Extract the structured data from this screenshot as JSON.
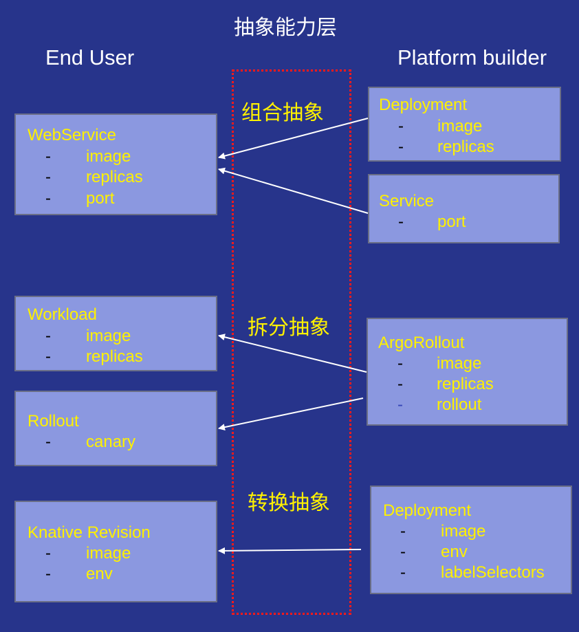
{
  "title": "抽象能力层",
  "left_heading": "End User",
  "right_heading": "Platform builder",
  "middle_labels": {
    "composition": "组合抽象",
    "split": "拆分抽象",
    "conversion": "转换抽象"
  },
  "dash": "-",
  "end_user": {
    "webservice": {
      "title": "WebService",
      "fields": [
        "image",
        "replicas",
        "port"
      ]
    },
    "workload": {
      "title": "Workload",
      "fields": [
        "image",
        "replicas"
      ]
    },
    "rollout": {
      "title": "Rollout",
      "fields": [
        "canary"
      ]
    },
    "knative": {
      "title": "Knative Revision",
      "fields": [
        "image",
        "env"
      ]
    }
  },
  "platform": {
    "deployment1": {
      "title": "Deployment",
      "fields": [
        "image",
        "replicas"
      ]
    },
    "service": {
      "title": "Service",
      "fields": [
        "port"
      ]
    },
    "argorollout": {
      "title": "ArgoRollout",
      "fields": [
        "image",
        "replicas",
        "rollout"
      ]
    },
    "deployment2": {
      "title": "Deployment",
      "fields": [
        "image",
        "env",
        "labelSelectors"
      ]
    }
  },
  "colors": {
    "background": "#27348b",
    "box_fill": "#8b98e0",
    "label_yellow": "#fff100",
    "dotted_border": "#ff1a1a",
    "arrow": "#ffffff"
  }
}
